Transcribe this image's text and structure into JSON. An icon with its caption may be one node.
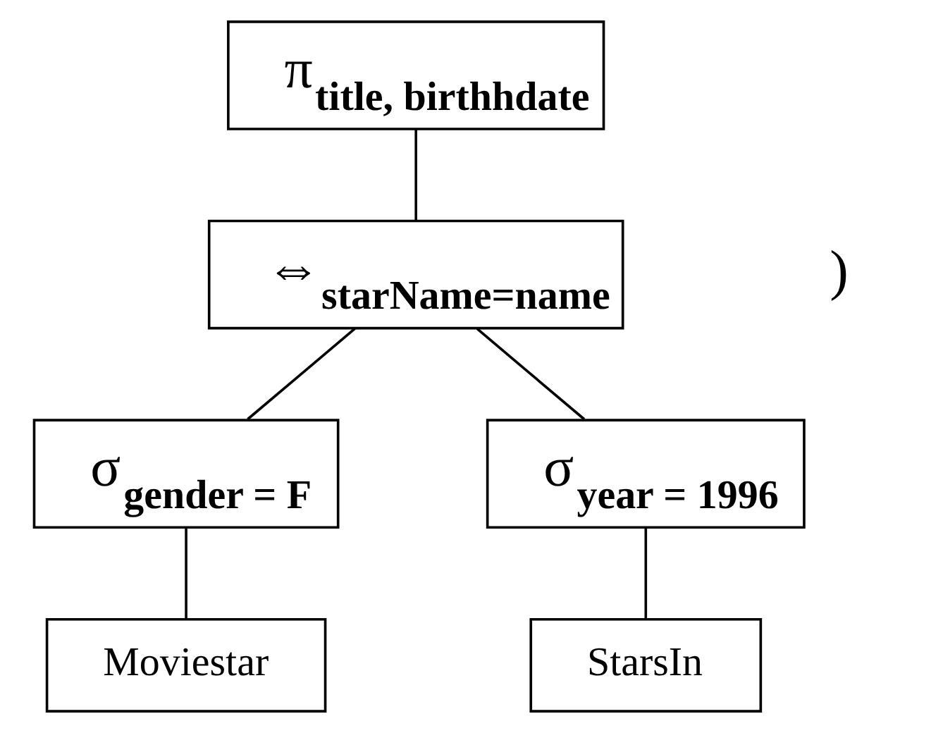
{
  "diagram": {
    "nodes": [
      {
        "text": [
          "π$_{title, birthhdate}$"
        ]
      },
      {
        "text": [
          "⇔$_{starName=name}$"
        ]
      },
      {
        "text": [
          "σ$_{gender = F}$"
        ]
      },
      {
        "text": [
          "σ$_{year = 1996}$"
        ]
      },
      {
        "text": [
          "Moviestar"
        ]
      },
      {
        "text": [
          "StarsIn"
        ]
      }
    ],
    "edges": [
      {
        "from": 1,
        "to": 0,
        "arrow": "none"
      },
      {
        "from": 2,
        "to": 1,
        "arrow": "none"
      },
      {
        "from": 3,
        "to": 1,
        "arrow": "none"
      },
      {
        "from": 4,
        "to": 2,
        "arrow": "none"
      },
      {
        "from": 5,
        "to": 3,
        "arrow": "none"
      }
    ],
    "labels": [
      ")"
    ]
  }
}
